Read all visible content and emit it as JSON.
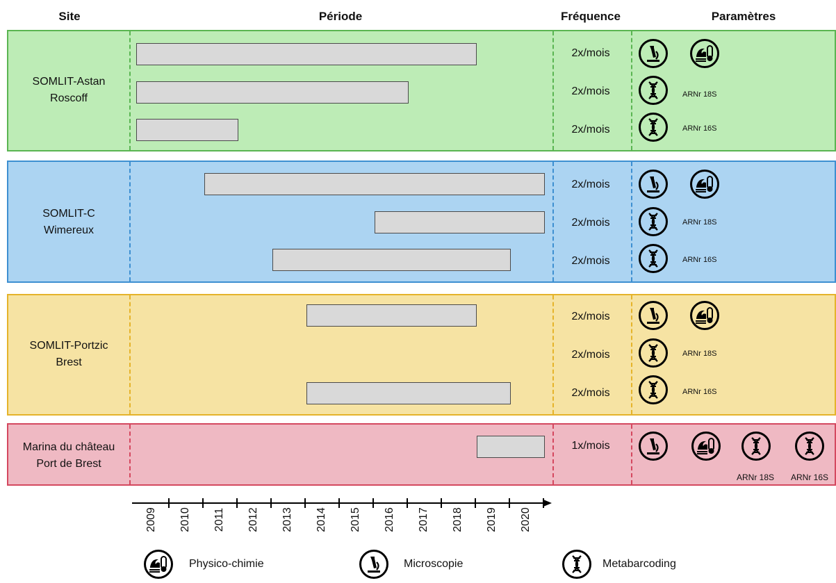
{
  "headers": {
    "site": "Site",
    "periode": "Période",
    "frequence": "Fréquence",
    "parametres": "Paramètres"
  },
  "colors": {
    "green_fill": "#bdecb6",
    "green_border": "#5ab552",
    "blue_fill": "#acd4f2",
    "blue_border": "#3d8fd1",
    "yellow_fill": "#f6e3a3",
    "yellow_border": "#e5b32a",
    "pink_fill": "#efb9c3",
    "pink_border": "#d4485f"
  },
  "sites": [
    {
      "name_line1": "SOMLIT-Astan",
      "name_line2": "Roscoff",
      "rows": [
        {
          "period": [
            2008.8,
            2018.8
          ],
          "freq": "2x/mois",
          "params": [
            "microscope-icon",
            "physico-chimie-icon"
          ],
          "arn": ""
        },
        {
          "period": [
            2008.8,
            2016.8
          ],
          "freq": "2x/mois",
          "params": [
            "dna-icon"
          ],
          "arn": "ARNr 18S"
        },
        {
          "period": [
            2008.8,
            2011.8
          ],
          "freq": "2x/mois",
          "params": [
            "dna-icon"
          ],
          "arn": "ARNr 16S"
        }
      ]
    },
    {
      "name_line1": "SOMLIT-C",
      "name_line2": "Wimereux",
      "rows": [
        {
          "period": [
            2010.8,
            2020.8
          ],
          "freq": "2x/mois",
          "params": [
            "microscope-icon",
            "physico-chimie-icon"
          ],
          "arn": ""
        },
        {
          "period": [
            2015.8,
            2020.8
          ],
          "freq": "2x/mois",
          "params": [
            "dna-icon"
          ],
          "arn": "ARNr 18S"
        },
        {
          "period": [
            2012.8,
            2019.8
          ],
          "freq": "2x/mois",
          "params": [
            "dna-icon"
          ],
          "arn": "ARNr 16S"
        }
      ]
    },
    {
      "name_line1": "SOMLIT-Portzic",
      "name_line2": "Brest",
      "rows": [
        {
          "period": [
            2013.8,
            2018.8
          ],
          "freq": "2x/mois",
          "params": [
            "microscope-icon",
            "physico-chimie-icon"
          ],
          "arn": ""
        },
        {
          "period": null,
          "freq": "2x/mois",
          "params": [
            "dna-icon"
          ],
          "arn": "ARNr 18S"
        },
        {
          "period": [
            2013.8,
            2019.8
          ],
          "freq": "2x/mois",
          "params": [
            "dna-icon"
          ],
          "arn": "ARNr 16S"
        }
      ]
    },
    {
      "name_line1": "Marina du château",
      "name_line2": "Port de Brest",
      "rows": [
        {
          "period": [
            2018.8,
            2020.8
          ],
          "freq": "1x/mois",
          "params": [
            "microscope-icon",
            "physico-chimie-icon",
            "dna-icon",
            "dna-icon"
          ],
          "arn": ""
        }
      ],
      "arn_labels": [
        "ARNr 18S",
        "ARNr 16S"
      ]
    }
  ],
  "axis": {
    "years": [
      "2009",
      "2010",
      "2011",
      "2012",
      "2013",
      "2014",
      "2015",
      "2016",
      "2017",
      "2018",
      "2019",
      "2020"
    ]
  },
  "legend": {
    "physico": "Physico-chimie",
    "microscopie": "Microscopie",
    "metabarcoding": "Metabarcoding"
  }
}
